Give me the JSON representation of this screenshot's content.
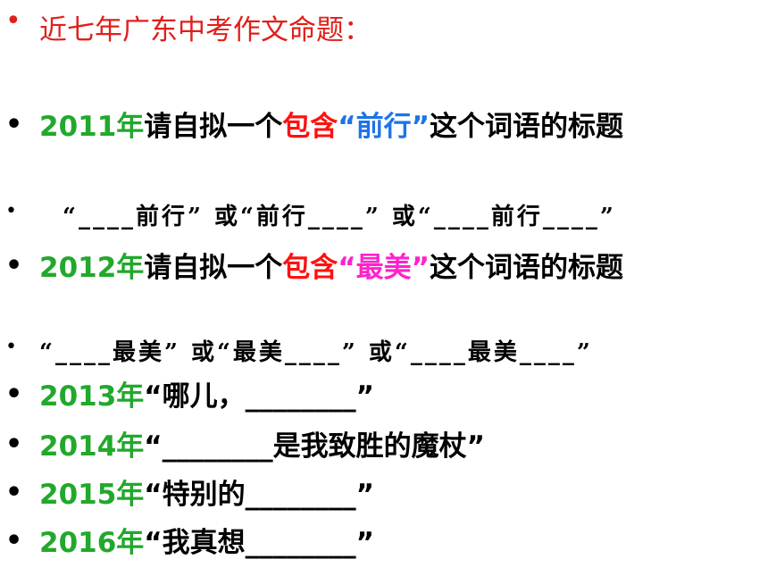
{
  "slide": {
    "title": "近七年广东中考作文命题：",
    "items": [
      {
        "year": "2011年",
        "lead": "请自拟一个",
        "mid": "包含",
        "quote": "“前行”",
        "tail": "这个词语的标题"
      },
      {
        "blanks": "“____前行” 或“前行____” 或“____前行____”"
      },
      {
        "year": "2012年",
        "lead": "请自拟一个",
        "mid": "包含",
        "quote": "“最美”",
        "tail": "这个词语的标题"
      },
      {
        "blanks": "“____最美” 或“最美____” 或“____最美____”"
      },
      {
        "year": "2013年",
        "topic": "“哪儿，________”"
      },
      {
        "year": "2014年",
        "topic": "“________是我致胜的魔杖”"
      },
      {
        "year": "2015年",
        "topic": "“特别的________”"
      },
      {
        "year": "2016年",
        "topic": "“我真想________”"
      }
    ]
  },
  "colors": {
    "title": "#e0201b",
    "year": "#22a82c",
    "emphasis": "#ff1010",
    "quote_2011": "#1e73e8",
    "quote_2012": "#ff22cc"
  }
}
